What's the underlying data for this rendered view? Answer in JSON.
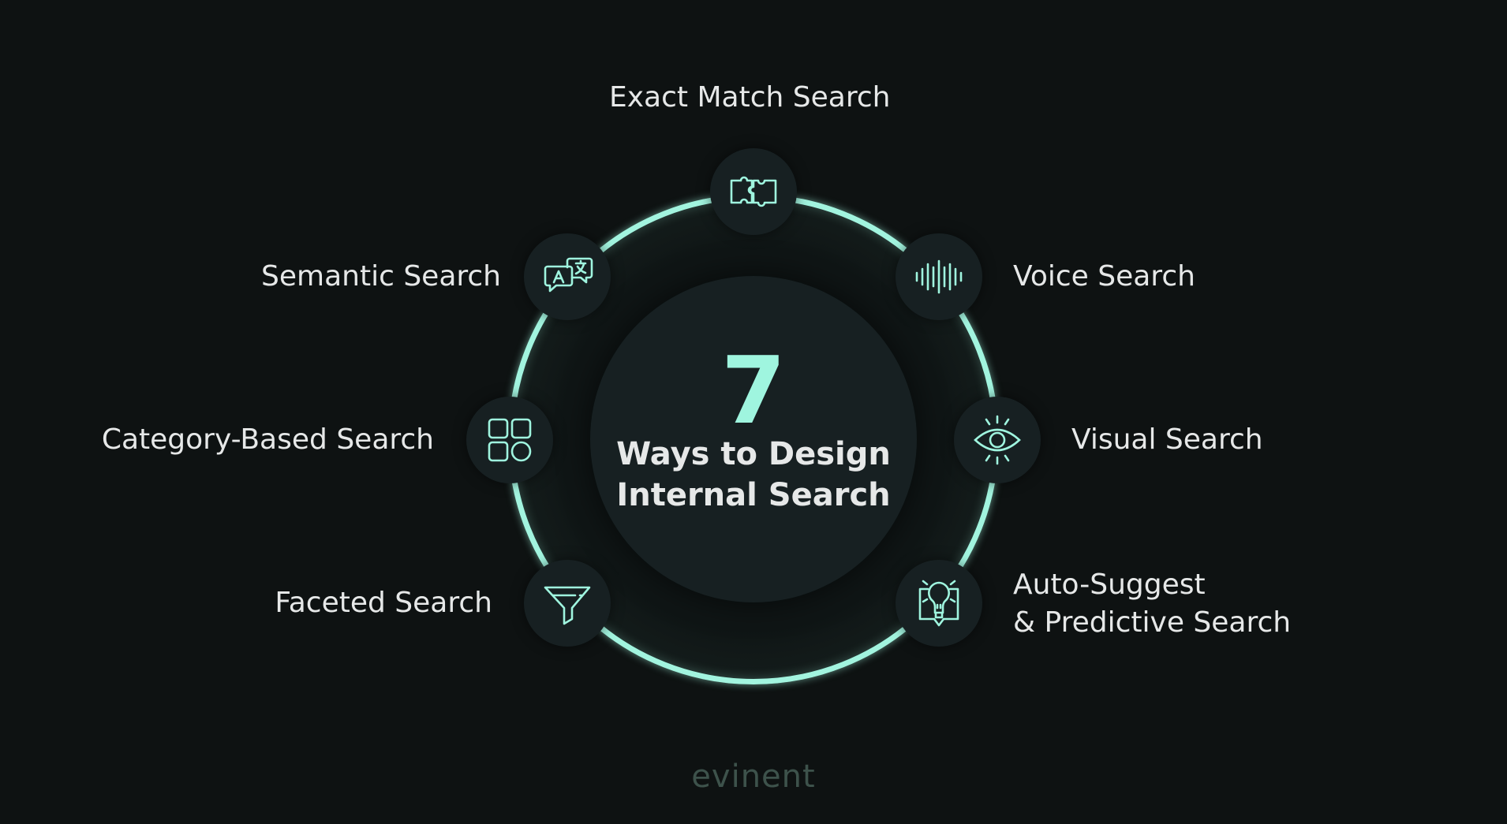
{
  "hub": {
    "number": "7",
    "title_line1": "Ways to Design",
    "title_line2": "Internal Search"
  },
  "items": [
    {
      "label": "Exact Match Search",
      "icon": "puzzle-icon"
    },
    {
      "label": "Voice Search",
      "icon": "sound-wave-icon"
    },
    {
      "label": "Visual Search",
      "icon": "eye-icon"
    },
    {
      "label": "Auto-Suggest",
      "label_line2": "& Predictive Search",
      "icon": "lightbulb-chat-icon"
    },
    {
      "label": "Faceted Search",
      "icon": "funnel-icon"
    },
    {
      "label": "Category-Based Search",
      "icon": "grid-shapes-icon"
    },
    {
      "label": "Semantic Search",
      "icon": "translate-chat-icon"
    }
  ],
  "brand": {
    "logo_text": "evinent"
  },
  "colors": {
    "background": "#0e1212",
    "accent": "#9ff5df",
    "badge": "#172022",
    "text": "#e6e8e8",
    "logo": "#3d524b"
  }
}
